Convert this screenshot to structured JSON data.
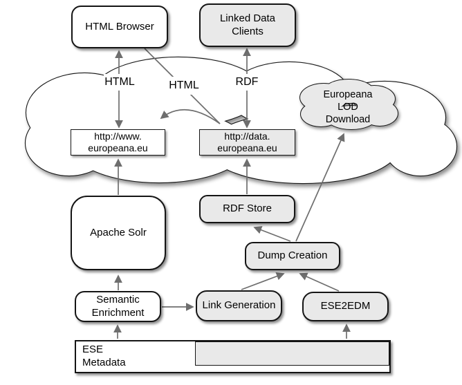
{
  "diagram": {
    "nodes": {
      "html_browser": {
        "label": "HTML Browser"
      },
      "linked_data_clients": {
        "lines": [
          "Linked Data",
          "Clients"
        ]
      },
      "www_endpoint": {
        "lines": [
          "http://www.",
          "europeana.eu"
        ]
      },
      "data_endpoint": {
        "lines": [
          "http://data.",
          "europeana.eu"
        ]
      },
      "lod_download": {
        "lines": [
          "Europeana",
          "LOD",
          "Download"
        ]
      },
      "apache_solr": {
        "label": "Apache Solr"
      },
      "rdf_store": {
        "label": "RDF Store"
      },
      "dump_creation": {
        "label": "Dump Creation"
      },
      "semantic_enrichment": {
        "lines": [
          "Semantic",
          "Enrichment"
        ]
      },
      "link_generation": {
        "label": "Link Generation"
      },
      "ese2edm": {
        "label": "ESE2EDM"
      },
      "ese_metadata": {
        "lines": [
          "ESE",
          "Metadata"
        ]
      }
    },
    "edge_labels": {
      "browser_to_www": "HTML",
      "browser_to_data": "HTML",
      "clients_to_data": "RDF"
    },
    "colors": {
      "node_fill_white": "#ffffff",
      "node_fill_gray": "#e9e9e9",
      "border": "#141414",
      "arrow": "#6e6e6e"
    }
  }
}
